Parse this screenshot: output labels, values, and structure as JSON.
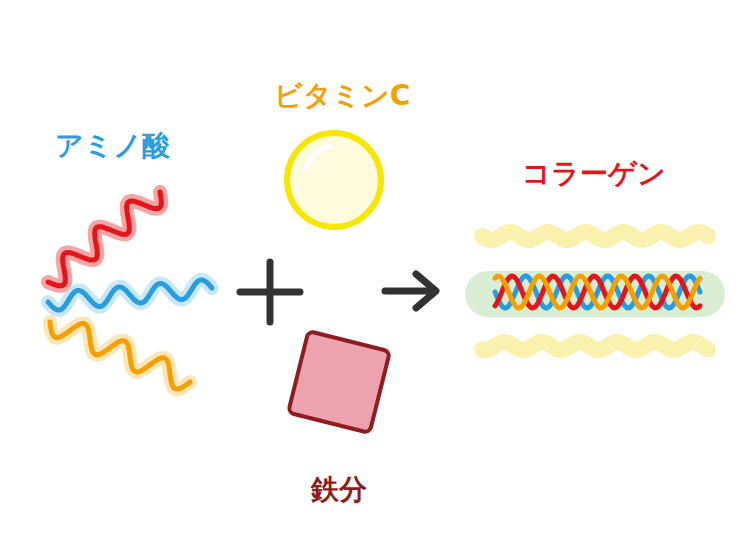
{
  "diagram": {
    "nodes": [
      {
        "text": [
          "アミノ酸"
        ]
      },
      {
        "text": [
          "ビタミンC"
        ]
      },
      {
        "text": [
          "鉄分"
        ]
      },
      {
        "text": [
          "コラーゲン"
        ]
      }
    ]
  }
}
